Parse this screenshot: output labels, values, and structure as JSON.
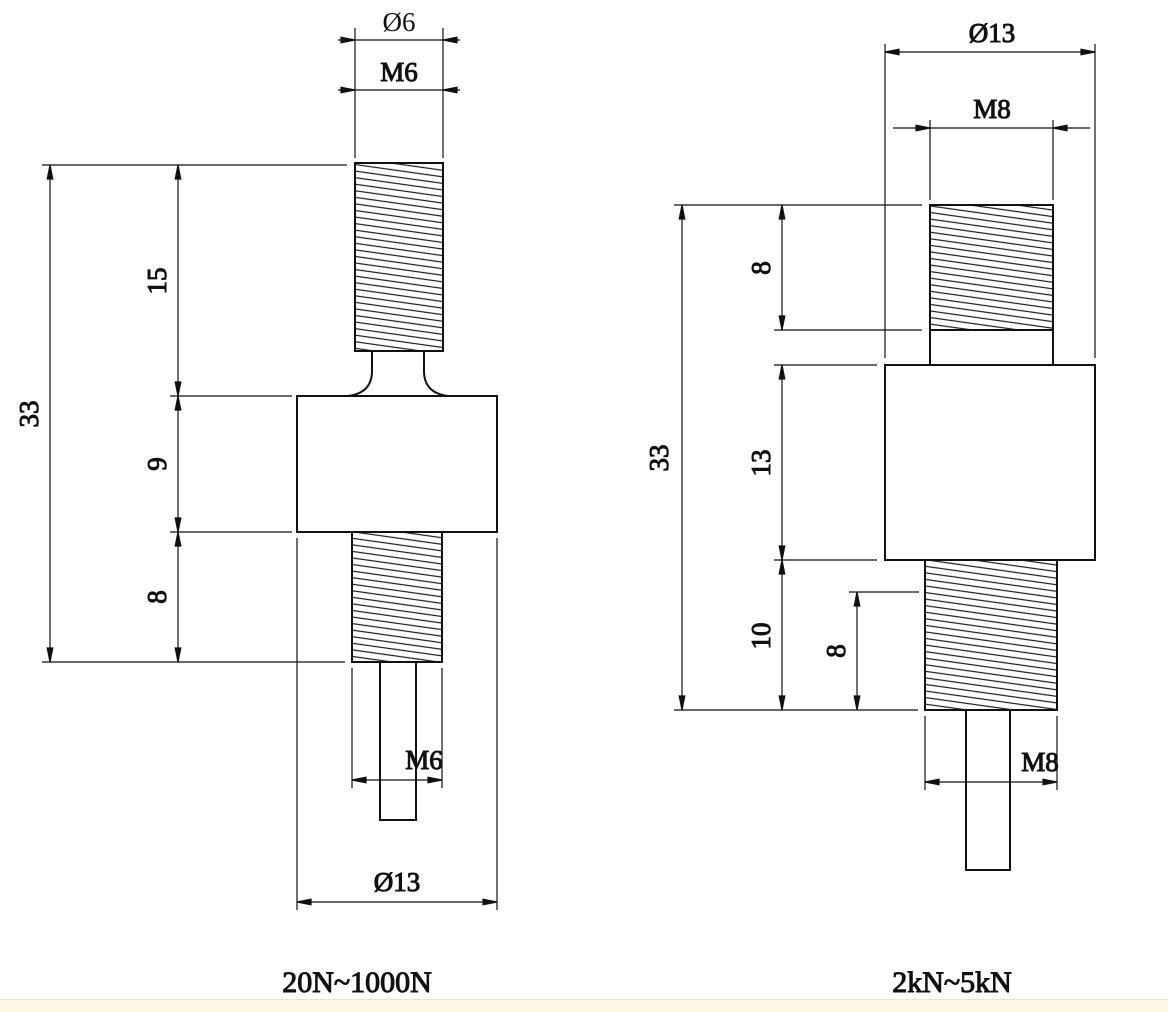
{
  "drawing": {
    "background": "#ffffff",
    "line_color": "#111111",
    "bottom_strip_color": "#fbf7e2"
  },
  "left_figure": {
    "caption": "20N~1000N",
    "dims": {
      "top_diameter": "Ø6",
      "top_thread_spec": "M6",
      "overall_length": "33",
      "top_thread_length": "15",
      "body_height": "9",
      "bottom_thread_length": "8",
      "bottom_thread_spec": "M6",
      "body_diameter": "Ø13"
    }
  },
  "right_figure": {
    "caption": "2kN~5kN",
    "dims": {
      "body_diameter": "Ø13",
      "top_thread_spec": "M8",
      "overall_length": "33",
      "top_thread_length": "8",
      "body_height": "13",
      "bottom_section_length": "10",
      "bottom_thread_length": "8",
      "bottom_thread_spec": "M8"
    }
  }
}
